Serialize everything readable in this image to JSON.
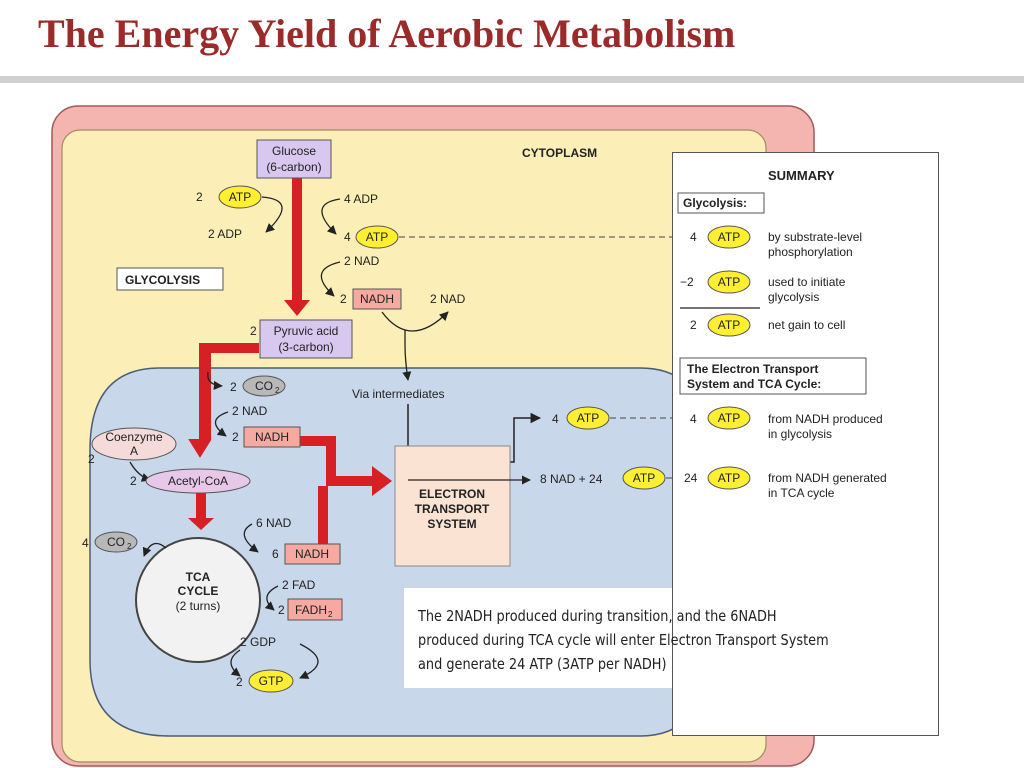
{
  "title": "The Energy Yield of Aerobic Metabolism",
  "diagram": {
    "cytoplasm": "CYTOPLASM",
    "glycolysis": "GLYCOLYSIS",
    "glucose_1": "Glucose",
    "glucose_2": "(6-carbon)",
    "pyruvic_num": "2",
    "pyruvic_1": "Pyruvic acid",
    "pyruvic_2": "(3-carbon)",
    "two": "2",
    "four": "4",
    "six": "6",
    "atp": "ATP",
    "adp_in": "2 ADP",
    "adp_out": "4 ADP",
    "nad_2": "2 NAD",
    "nadh": "NADH",
    "nad_right": "2 NAD",
    "co2": "CO",
    "co2_sub": "2",
    "coenzyme_1": "Coenzyme",
    "coenzyme_2": "A",
    "acetyl": "Acetyl-CoA",
    "via": "Via intermediates",
    "ets_1": "ELECTRON",
    "ets_2": "TRANSPORT",
    "ets_3": "SYSTEM",
    "nad_6": "6 NAD",
    "fad_2": "2 FAD",
    "fadh": "FADH",
    "fadh_sub": "2",
    "gdp_2": "2  GDP",
    "gtp": "GTP",
    "tca_1": "TCA",
    "tca_2": "CYCLE",
    "tca_3": "(2 turns)",
    "nad_plus": "8 NAD + 24"
  },
  "summary": {
    "heading": "SUMMARY",
    "glycolysis_label": "Glycolysis:",
    "row1_num": "4",
    "row1_text_1": "by substrate-level",
    "row1_text_2": "phosphorylation",
    "row2_num": "−2",
    "row2_text_1": "used to initiate",
    "row2_text_2": "glycolysis",
    "row3_num": "2",
    "row3_text": "net gain to cell",
    "ets_label_1": "The Electron Transport",
    "ets_label_2": "System and TCA Cycle:",
    "row4_num": "4",
    "row4_text_1": "from NADH produced",
    "row4_text_2": "in glycolysis",
    "row5_num": "24",
    "row5_text_1": "from NADH generated",
    "row5_text_2": "in TCA cycle"
  },
  "caption": "The 2NADH produced during transition, and the 6NADH produced during TCA cycle will enter Electron Transport System and generate 24 ATP (3ATP per NADH)"
}
